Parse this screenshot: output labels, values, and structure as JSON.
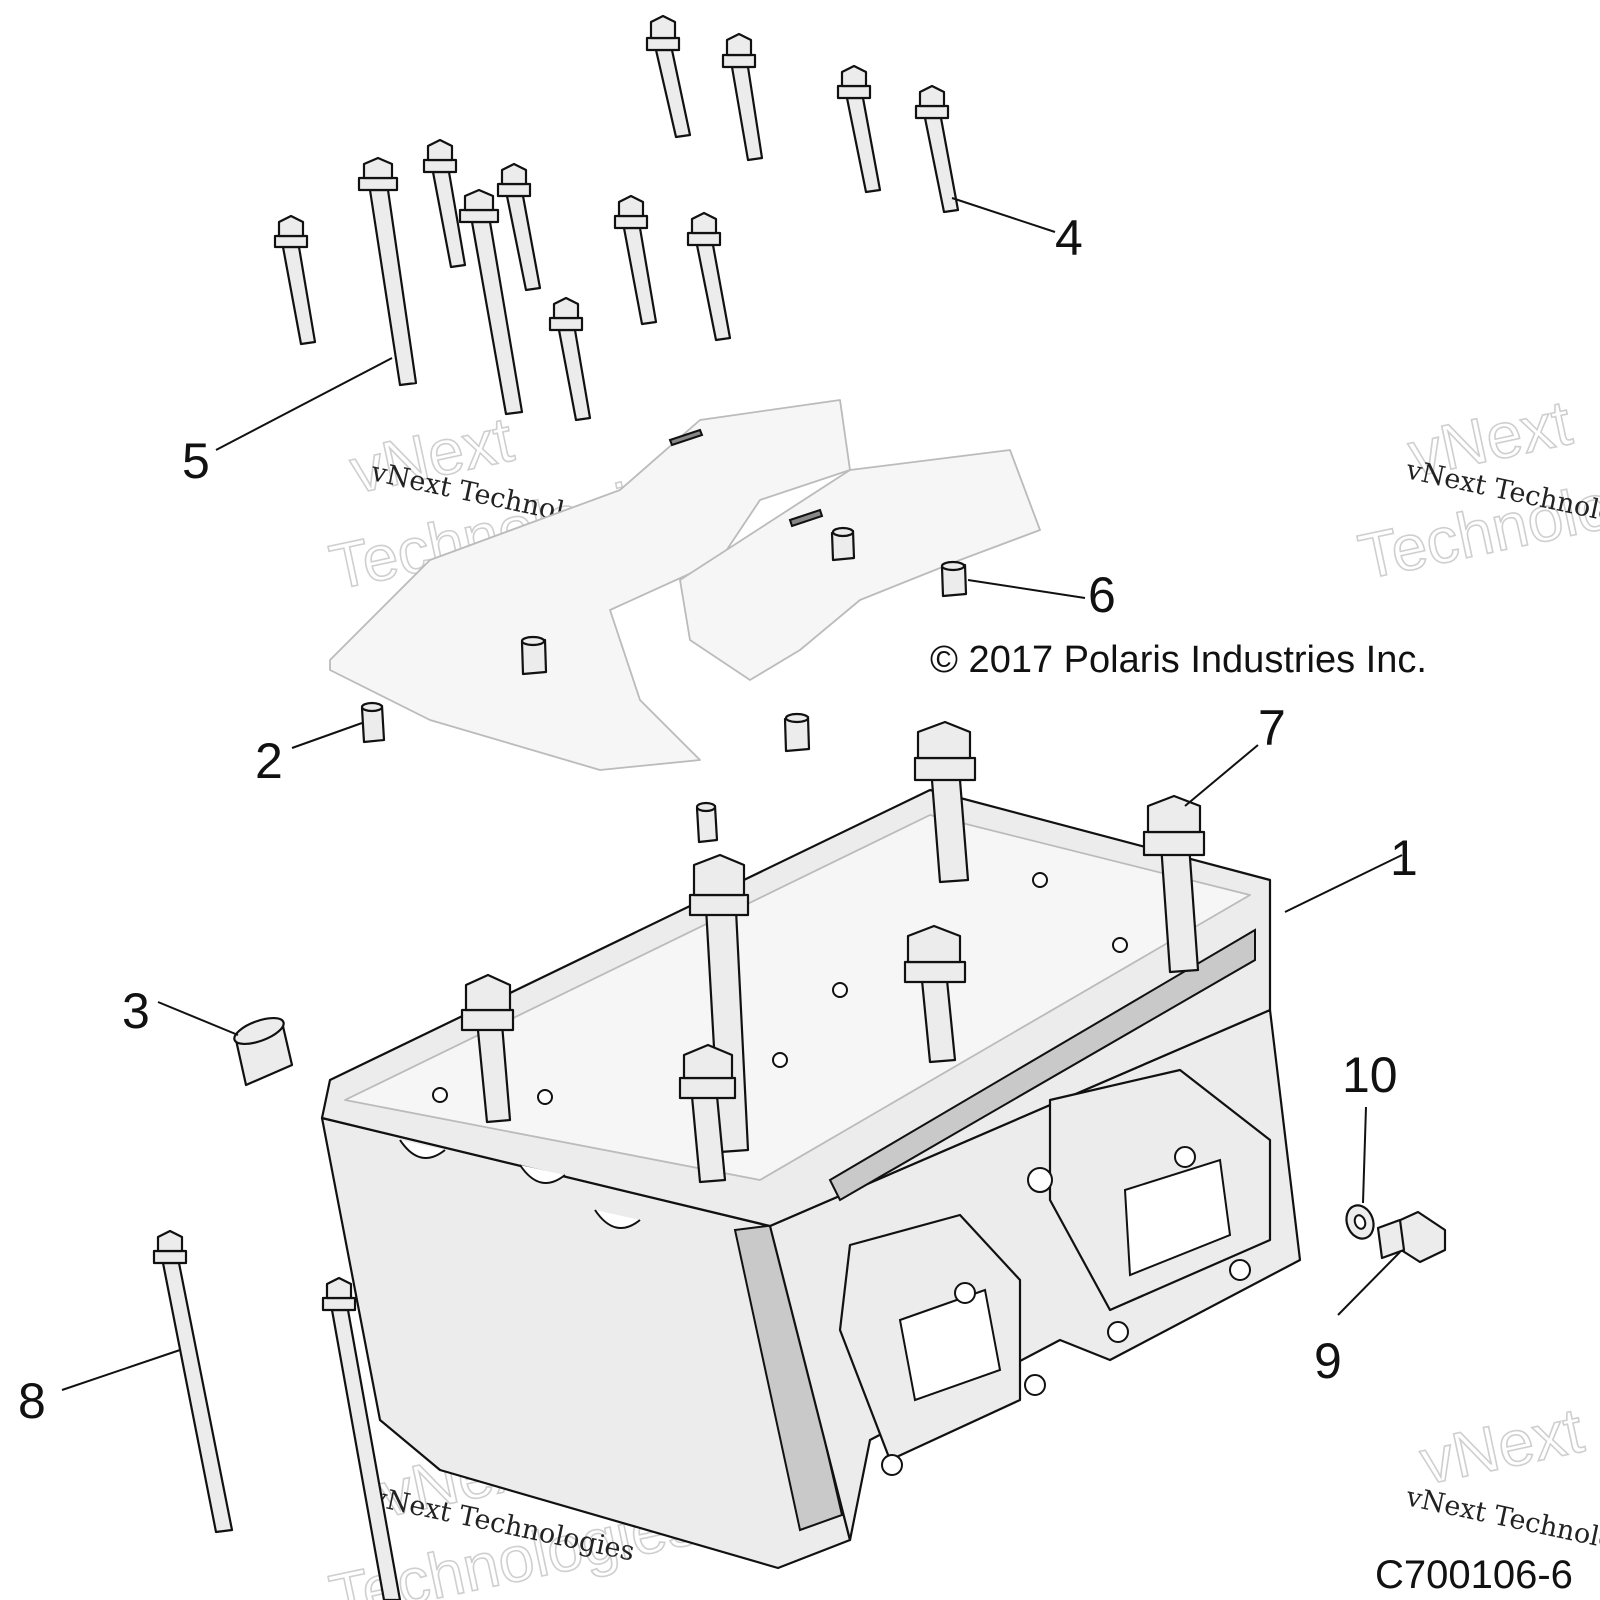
{
  "diagram": {
    "figure_id": "C700106-6",
    "copyright": "© 2017 Polaris Industries Inc.",
    "watermark": {
      "small": "vNext Technologies",
      "big_line1": "vNext",
      "big_line2": "Technologies"
    },
    "callouts": [
      {
        "label": "1"
      },
      {
        "label": "2"
      },
      {
        "label": "3"
      },
      {
        "label": "4"
      },
      {
        "label": "5"
      },
      {
        "label": "6"
      },
      {
        "label": "7"
      },
      {
        "label": "8"
      },
      {
        "label": "9"
      },
      {
        "label": "10"
      }
    ]
  }
}
